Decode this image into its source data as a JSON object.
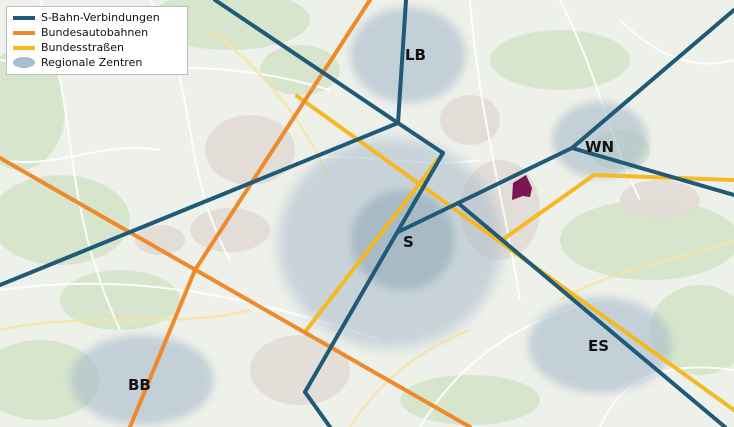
{
  "legend": {
    "items": [
      {
        "label": "S-Bahn-Verbindungen",
        "color": "#1f5a78",
        "kind": "line"
      },
      {
        "label": "Bundesautobahnen",
        "color": "#ee8a2c",
        "kind": "line"
      },
      {
        "label": "Bundesstraßen",
        "color": "#f5b921",
        "kind": "line"
      },
      {
        "label": "Regionale Zentren",
        "color": "#a9bccb",
        "kind": "area"
      }
    ]
  },
  "centers": {
    "lb": "LB",
    "wn": "WN",
    "s": "S",
    "es": "ES",
    "bb": "BB"
  },
  "colors": {
    "sbahn": "#1f5a78",
    "autobahn": "#ee8a2c",
    "bundesstrasse": "#f5b921",
    "center": "#a9bccb",
    "highlight": "#7a1650"
  }
}
